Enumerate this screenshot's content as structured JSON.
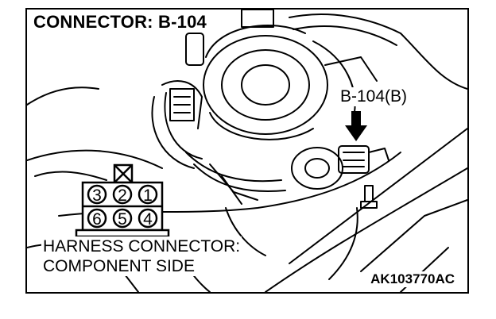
{
  "title": "CONNECTOR: B-104",
  "callout_label": "B-104(B)",
  "harness_label": {
    "line1": "HARNESS CONNECTOR:",
    "line2": "COMPONENT SIDE"
  },
  "connector_pins": {
    "top_row": [
      "3",
      "2",
      "1"
    ],
    "bottom_row": [
      "6",
      "5",
      "4"
    ]
  },
  "figure_code": "AK103770AC"
}
